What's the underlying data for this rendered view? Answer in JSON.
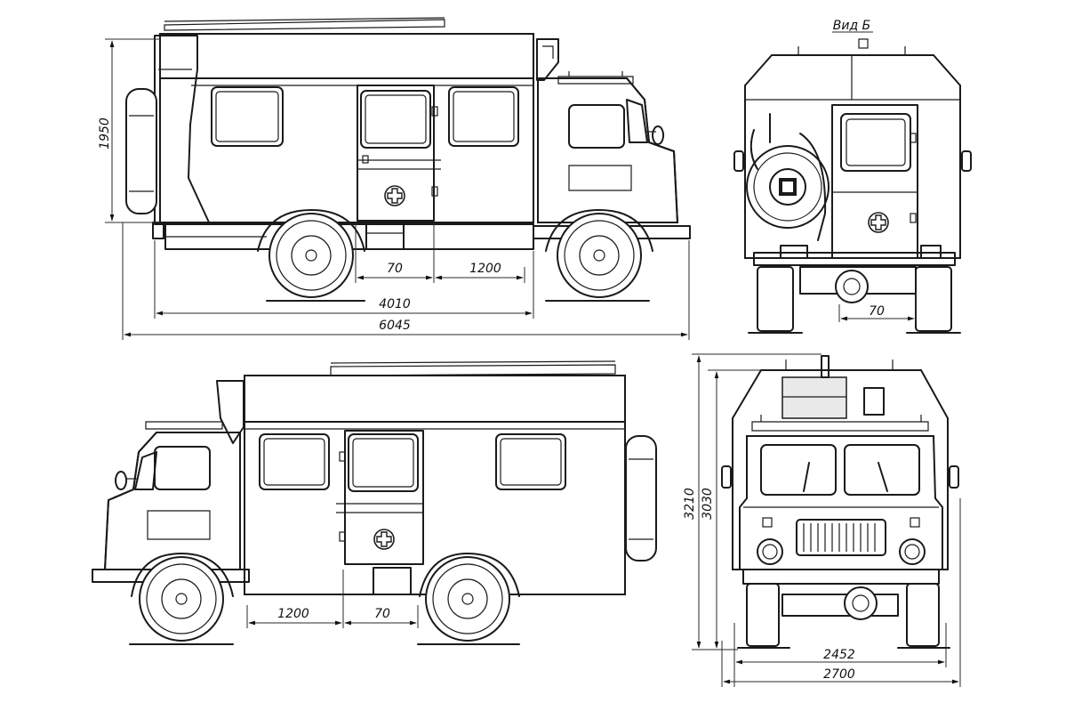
{
  "view_label": "Вид Б",
  "dimensions": {
    "side_top_height": "1950",
    "side_top_door_gap": "70",
    "side_top_window_span": "1200",
    "side_top_body_length": "4010",
    "side_top_overall_length": "6045",
    "rear_offset": "70",
    "side_bottom_window_span": "1200",
    "side_bottom_door_gap": "70",
    "front_overall_height": "3210",
    "front_body_height": "3030",
    "front_track": "2452",
    "front_overall_width": "2700"
  },
  "colors": {
    "ink": "#1a1a1a",
    "paper": "#ffffff"
  }
}
